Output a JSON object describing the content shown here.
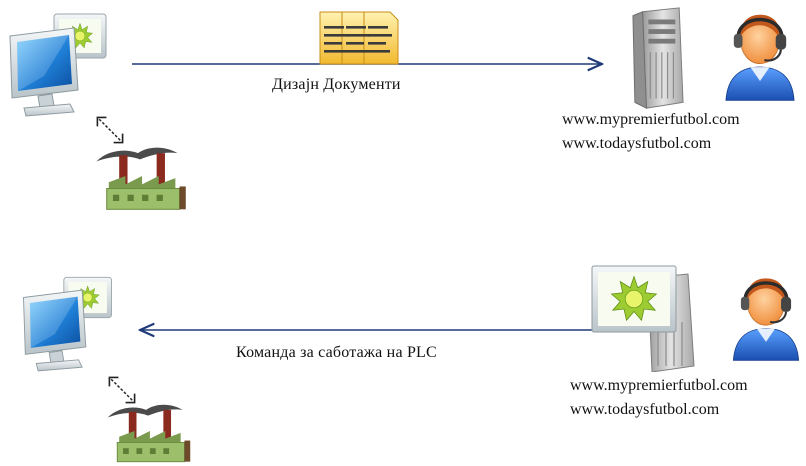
{
  "colors": {
    "arrow": "#1f3a78",
    "monitor_frame": "#cfd8dc",
    "monitor_screen": "#1f7fd6",
    "gear": "#9ccc31",
    "factory_wall": "#9bbf6a",
    "chimney": "#8b2a1e",
    "server": "#c9c9c9",
    "headset_face": "#f7a14f",
    "headset_shirt": "#2d6fd6",
    "document": "#f5c84a"
  },
  "icons": {
    "workstation": "computer-monitor-icon",
    "plant": "factory-icon",
    "link": "double-arrow-icon",
    "documents": "documents-icon",
    "server": "server-tower-icon",
    "attacker": "operator-headset-icon"
  },
  "top_flow": {
    "arrow_label": "Дизајн Документи",
    "domains": [
      "www.mypremierfutbol.com",
      "www.todaysfutbol.com"
    ]
  },
  "bottom_flow": {
    "arrow_label": "Команда за саботажа на PLC",
    "domains": [
      "www.mypremierfutbol.com",
      "www.todaysfutbol.com"
    ]
  }
}
